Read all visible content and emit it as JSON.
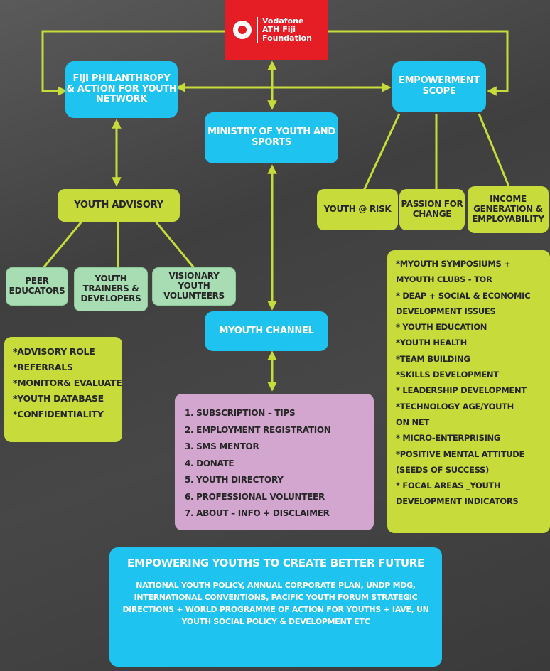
{
  "logo": {
    "line1": "Vodafone",
    "line2": "ATH Fiji",
    "line3": "Foundation"
  },
  "nodes": {
    "fpayn": [
      "Fiji Philanthropy",
      "& Action for Youth",
      "Network"
    ],
    "ministry": [
      "Ministry of Youth and",
      "Sports"
    ],
    "empowerment": [
      "Empowerment",
      "Scope"
    ],
    "youth_advisory": "Youth Advisory",
    "peer_educators": [
      "Peer",
      "Educators"
    ],
    "youth_trainers": [
      "Youth",
      "Trainers &",
      "Developers"
    ],
    "visionary": [
      "Visionary Youth",
      "Volunteers"
    ],
    "youth_at_risk": "Youth @ Risk",
    "passion": [
      "Passion for",
      "Change"
    ],
    "income": [
      "Income",
      "Generation &",
      "Employability"
    ],
    "myouth_channel": "mYouth Channel"
  },
  "advisory_list": [
    "*Advisory Role",
    "*Referrals",
    "*Monitor& Evaluate",
    "*Youth Database",
    "*Confidentiality"
  ],
  "channel_list": [
    "1. Subscription – Tips",
    "2. Employment Registration",
    "3. SMS Mentor",
    "4. Donate",
    "5. Youth Directory",
    "6. Professional Volunteer",
    "7. About – Info + Disclaimer"
  ],
  "scope_list": [
    "*mYouth Symposiums +",
    "mYouth Clubs - TOR",
    "* DEAP + Social & Economic",
    "Development Issues",
    "* Youth Education",
    "*Youth Health",
    "*Team Building",
    "*Skills Development",
    "* Leadership Development",
    "*Technology Age/Youth",
    "on Net",
    "* Micro-Enterprising",
    "*Positive Mental Attitude",
    "(Seeds of Success)",
    "* Focal Areas _Youth",
    "Development Indicators"
  ],
  "bottom": {
    "heading": "Empowering Youths to Create Better Future",
    "body": "National Youth Policy, Annual Corporate Plan, UNDP MDG, International Conventions, Pacific Youth Forum Strategic Directions + World Programme of Action for Youths + IAVE, UN Youth Social Policy & Development  etc"
  },
  "colors": {
    "blue": "#1ec3f0",
    "lime": "#c7dc3a",
    "mint": "#a8ddb4",
    "pink": "#d3a6cf",
    "red": "#e51e25",
    "connector": "#c7dc3a"
  }
}
